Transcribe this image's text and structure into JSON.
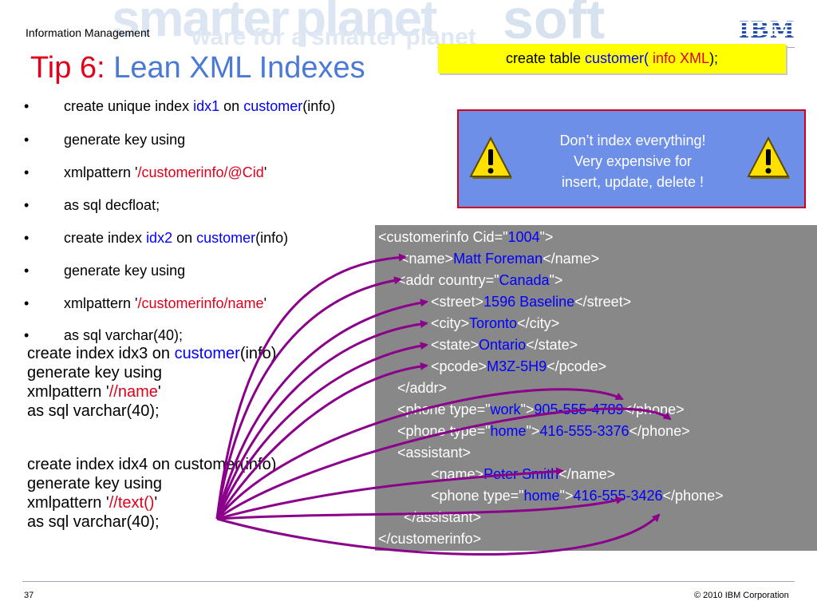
{
  "header": {
    "brand": "Information Management",
    "logo": "IBM",
    "banner_words": [
      "smarter",
      "planet",
      "soft",
      "ware for a smarter planet"
    ]
  },
  "title": {
    "tip": "Tip 6:",
    "text": " Lean XML Indexes"
  },
  "create_table": {
    "a": "create table ",
    "b": "customer(",
    "c": " info XML",
    "d": ");"
  },
  "warning": {
    "lines": [
      "Don’t index everything!",
      "Very expensive for",
      "insert, update, delete !"
    ],
    "icon": "warning-icon"
  },
  "bullets": [
    {
      "parts": [
        {
          "t": "create unique index "
        },
        {
          "t": "idx1",
          "c": "blue"
        },
        {
          "t": " on "
        },
        {
          "t": "customer",
          "c": "blue"
        },
        {
          "t": "(info)"
        }
      ]
    },
    {
      "parts": [
        {
          "t": "generate key using"
        }
      ]
    },
    {
      "parts": [
        {
          "t": "xmlpattern '"
        },
        {
          "t": "/customerinfo/@Cid",
          "c": "red"
        },
        {
          "t": "'"
        }
      ]
    },
    {
      "parts": [
        {
          "t": "as sql decfloat;"
        }
      ]
    },
    {
      "parts": [
        {
          "t": "create index "
        },
        {
          "t": "idx2",
          "c": "blue"
        },
        {
          "t": " on "
        },
        {
          "t": "customer",
          "c": "blue"
        },
        {
          "t": "(info)"
        }
      ]
    },
    {
      "parts": [
        {
          "t": "generate key using"
        }
      ]
    },
    {
      "parts": [
        {
          "t": "xmlpattern '"
        },
        {
          "t": "/customerinfo/name",
          "c": "red"
        },
        {
          "t": "'"
        }
      ]
    },
    {
      "parts": [
        {
          "t": "as sql varchar(40);"
        }
      ]
    }
  ],
  "idx3": [
    [
      {
        "t": "create index idx3 on "
      },
      {
        "t": "customer",
        "c": "blue"
      },
      {
        "t": "(info)"
      }
    ],
    [
      {
        "t": "generate key using"
      }
    ],
    [
      {
        "t": "xmlpattern '"
      },
      {
        "t": "//name",
        "c": "red"
      },
      {
        "t": "'"
      }
    ],
    [
      {
        "t": "as sql varchar(40);"
      }
    ]
  ],
  "idx4": [
    [
      {
        "t": "create index idx4 on customer(info)"
      }
    ],
    [
      {
        "t": "generate key using"
      }
    ],
    [
      {
        "t": "xmlpattern '"
      },
      {
        "t": "//text()",
        "c": "red"
      },
      {
        "t": "'"
      }
    ],
    [
      {
        "t": "as sql varchar(40);"
      }
    ]
  ],
  "xml_lines": [
    [
      {
        "t": "<customerinfo Cid=\""
      },
      {
        "t": "1004",
        "v": 1
      },
      {
        "t": "\">"
      }
    ],
    [
      {
        "t": "<name>"
      },
      {
        "t": "Matt Foreman",
        "v": 1
      },
      {
        "t": "</name>"
      }
    ],
    [
      {
        "t": "<addr country=\""
      },
      {
        "t": "Canada",
        "v": 1
      },
      {
        "t": "\">"
      }
    ],
    [
      {
        "t": "<street>"
      },
      {
        "t": "1596 Baseline",
        "v": 1
      },
      {
        "t": "</street>"
      }
    ],
    [
      {
        "t": "<city>"
      },
      {
        "t": "Toronto",
        "v": 1
      },
      {
        "t": "</city>"
      }
    ],
    [
      {
        "t": "<state>"
      },
      {
        "t": "Ontario",
        "v": 1
      },
      {
        "t": "</state>"
      }
    ],
    [
      {
        "t": "<pcode>"
      },
      {
        "t": "M3Z-5H9",
        "v": 1
      },
      {
        "t": "</pcode>"
      }
    ],
    [
      {
        "t": "</addr>"
      }
    ],
    [
      {
        "t": "<phone type=\""
      },
      {
        "t": "work",
        "v": 1
      },
      {
        "t": "\">"
      },
      {
        "t": "905-555-4789",
        "v": 1
      },
      {
        "t": "</phone>"
      }
    ],
    [
      {
        "t": "<phone type=\""
      },
      {
        "t": "home",
        "v": 1
      },
      {
        "t": "\">"
      },
      {
        "t": "416-555-3376",
        "v": 1
      },
      {
        "t": "</phone>"
      }
    ],
    [
      {
        "t": "<assistant>"
      }
    ],
    [
      {
        "t": "<name>"
      },
      {
        "t": "Peter Smith",
        "v": 1
      },
      {
        "t": "</name>"
      }
    ],
    [
      {
        "t": "<phone type=\""
      },
      {
        "t": "home",
        "v": 1
      },
      {
        "t": "\">"
      },
      {
        "t": "416-555-3426",
        "v": 1
      },
      {
        "t": "</phone>"
      }
    ],
    [
      {
        "t": "</assistant>"
      }
    ],
    [
      {
        "t": "</customerinfo>"
      }
    ]
  ],
  "colors": {
    "arrow": "#8b008b",
    "red": "#e0001a",
    "blue": "#0000ff",
    "xml_bg": "#888888",
    "warn_bg": "#6d8fe8"
  },
  "footer": {
    "page": "37",
    "copyright": "© 2010 IBM Corporation"
  }
}
